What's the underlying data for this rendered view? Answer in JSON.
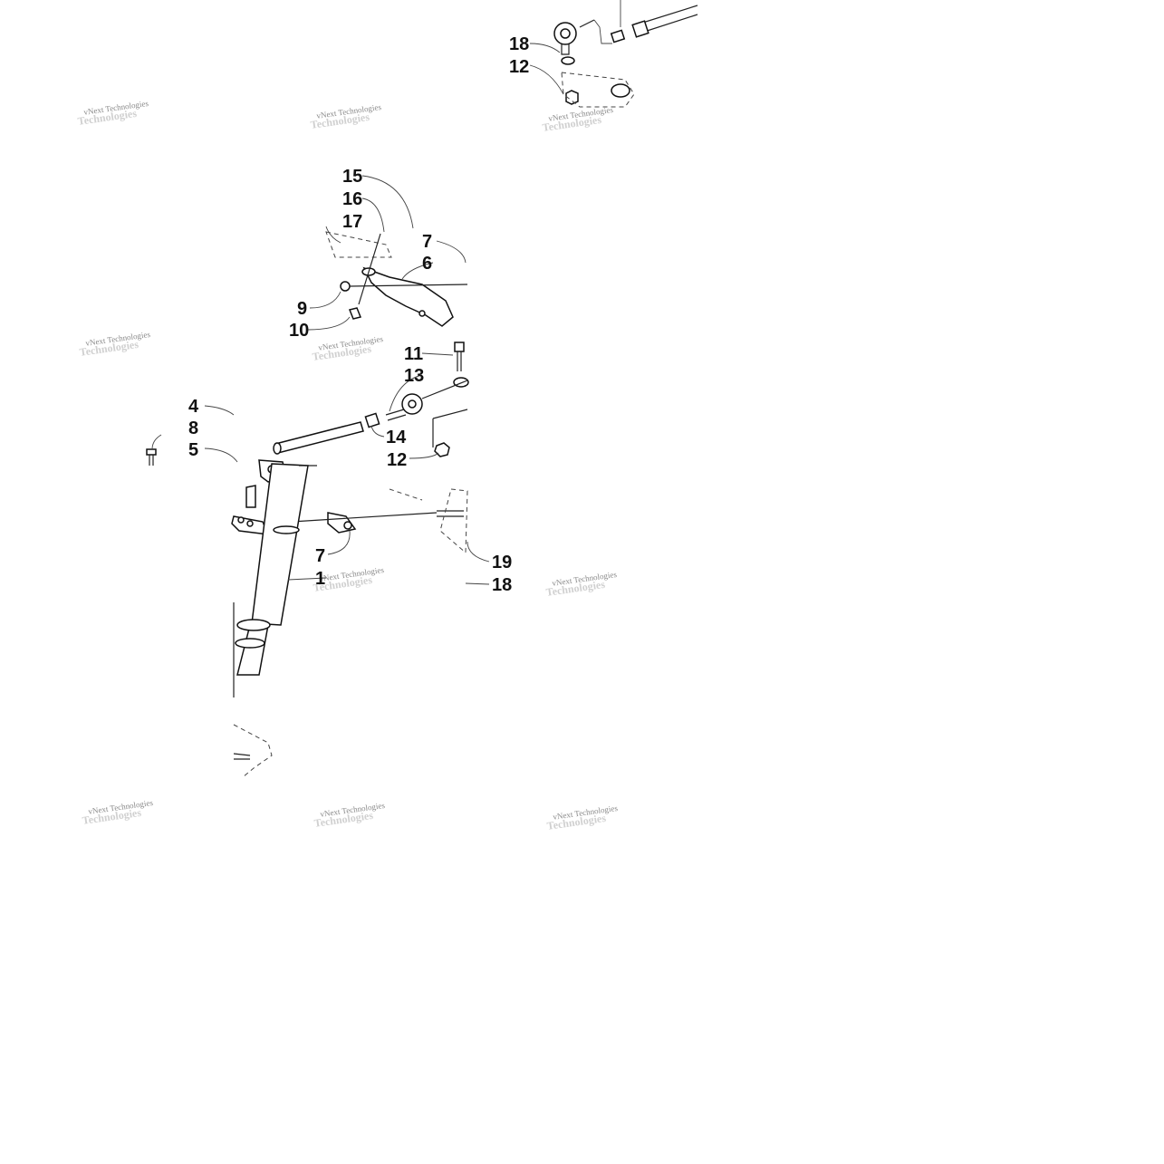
{
  "diagram": {
    "callouts": [
      "18",
      "12",
      "15",
      "16",
      "17",
      "7",
      "6",
      "9",
      "10",
      "11",
      "13",
      "4",
      "8",
      "5",
      "14",
      "12",
      "7",
      "1",
      "19",
      "18"
    ],
    "watermark": {
      "line1": "vNext Technologies",
      "line2": "Technologies"
    }
  }
}
